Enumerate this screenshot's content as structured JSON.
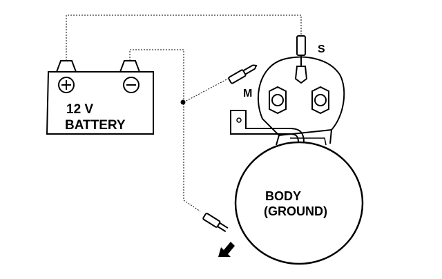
{
  "battery": {
    "label_line1": "12 V",
    "label_line2": "BATTERY",
    "positive_symbol": "+",
    "negative_symbol": "−"
  },
  "starter": {
    "terminal_s_label": "S",
    "terminal_m_label": "M",
    "body_label_line1": "BODY",
    "body_label_line2": "(GROUND)"
  },
  "colors": {
    "ink": "#000000",
    "background": "#ffffff"
  },
  "icons": [
    "battery-positive-icon",
    "battery-negative-icon",
    "arrow-icon"
  ]
}
